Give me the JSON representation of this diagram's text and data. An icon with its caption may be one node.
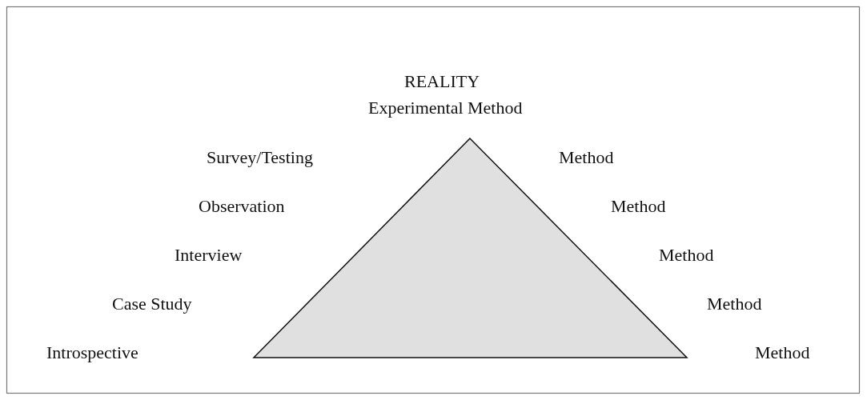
{
  "diagram": {
    "labels": [
      "REALITY",
      "Experimental Method",
      "Survey/Testing",
      "Method",
      "Observation",
      "Method",
      "Interview",
      "Method",
      "Case Study",
      "Method",
      "Introspective",
      "Method"
    ]
  }
}
